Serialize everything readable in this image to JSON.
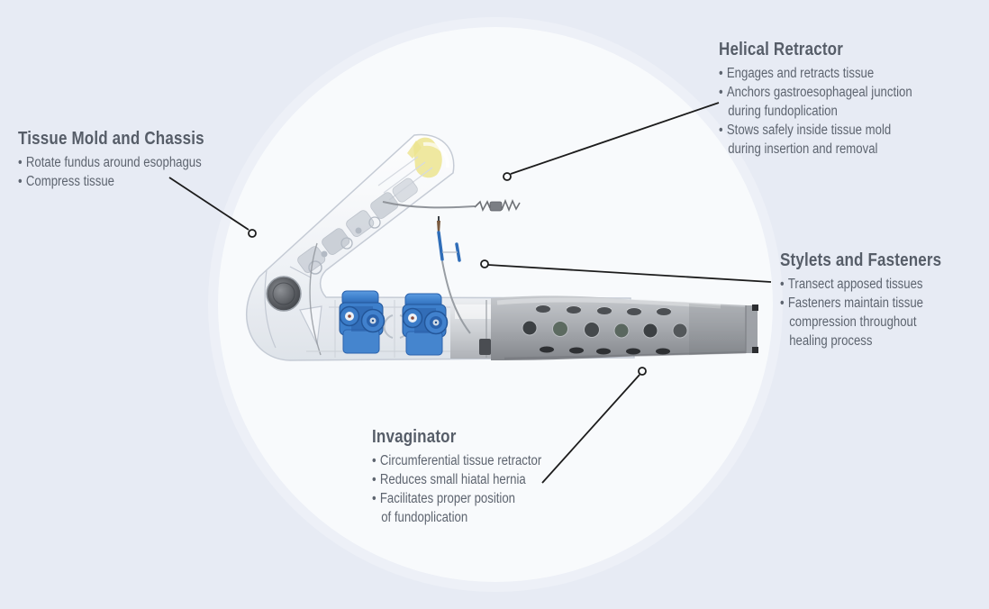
{
  "page": {
    "bg_color": "#e7ebf4",
    "circle_fill": "#f8fafc",
    "circle_halo": "#edf0f7"
  },
  "typography": {
    "heading_color": "#565d68",
    "body_color": "#5d646f",
    "bullet_glyph": "•"
  },
  "leader": {
    "color": "#1c1c1c"
  },
  "callouts": {
    "tissue_mold": {
      "title": "Tissue Mold and Chassis",
      "bullets": [
        {
          "lines": [
            "Rotate fundus around esophagus"
          ]
        },
        {
          "lines": [
            "Compress tissue"
          ]
        }
      ]
    },
    "helical_retractor": {
      "title": "Helical Retractor",
      "bullets": [
        {
          "lines": [
            "Engages and retracts tissue"
          ]
        },
        {
          "lines": [
            "Anchors gastroesophageal junction",
            "during fundoplication"
          ]
        },
        {
          "lines": [
            "Stows safely inside tissue mold",
            "during insertion and removal"
          ]
        }
      ]
    },
    "stylets_fasteners": {
      "title": "Stylets and Fasteners",
      "bullets": [
        {
          "lines": [
            "Transect apposed tissues"
          ]
        },
        {
          "lines": [
            "Fasteners maintain tissue",
            "compression throughout",
            "healing process"
          ]
        }
      ]
    },
    "invaginator": {
      "title": "Invaginator",
      "bullets": [
        {
          "lines": [
            "Circumferential tissue retractor"
          ]
        },
        {
          "lines": [
            "Reduces small hiatal hernia"
          ]
        },
        {
          "lines": [
            "Facilitates proper position",
            "of fundoplication"
          ]
        }
      ]
    }
  },
  "device": {
    "description": "Transoral incisionless fundoplication device with curved clear tissue mold, blue locking clamps, helical retractor wire, stylets with fasteners and perforated gray invaginator shaft",
    "colors": {
      "clear_plastic_outline": "#c3c9d3",
      "mechanism_gray": "#c9ced6",
      "clamp_blue": "#3d7fcb",
      "clamp_blue_dark": "#2a62ad",
      "shaft_gray": "#aaadb2",
      "metal_dark": "#44474c",
      "tip_yellow": "#ece48f",
      "wire_gray": "#90949a"
    }
  }
}
